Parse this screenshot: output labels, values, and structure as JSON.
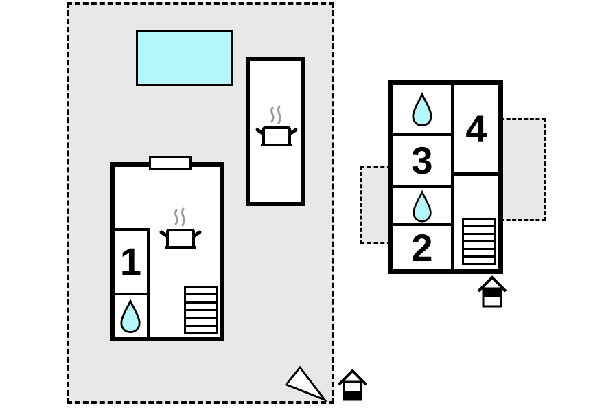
{
  "colors": {
    "plot_fill": "#e8e8e8",
    "terrace_fill": "#e8e8e8",
    "water": "#b6f7f9",
    "wall": "#000000",
    "steam": "#9a9a9a"
  },
  "labels": {
    "room1": "1",
    "room2": "2",
    "room3": "3",
    "room4": "4"
  },
  "stairs": {
    "main_building_steps": 6,
    "annex_building_steps": 6
  },
  "icons": {
    "water_drop": "shower-water-drop",
    "cooking_pot": "kitchen-cooking-pot",
    "house_arrow": "entrance-marker",
    "triangle": "north-arrow"
  }
}
